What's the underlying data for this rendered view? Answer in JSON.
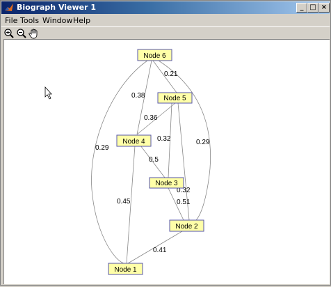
{
  "window": {
    "title": "Biograph Viewer 1"
  },
  "titlebar_buttons": {
    "minimize": "_",
    "maximize": "□",
    "close": "×"
  },
  "menu": {
    "items": [
      "File",
      "Tools",
      "Window",
      "Help"
    ]
  },
  "toolbar": {
    "tools": [
      "zoom-in-icon",
      "zoom-out-icon",
      "pan-hand-icon"
    ]
  },
  "graph": {
    "nodes": [
      "Node 6",
      "Node 5",
      "Node 4",
      "Node 3",
      "Node 2",
      "Node 1"
    ],
    "edge_weights": [
      "0.21",
      "0.38",
      "0.36",
      "0.32",
      "0.29",
      "0.29",
      "0.5",
      "0.32",
      "0.51",
      "0.45",
      "0.41"
    ]
  },
  "colors": {
    "node_fill": "#ffffa8",
    "node_border": "#5555aa",
    "edge": "#888888",
    "canvas": "#ffffff"
  }
}
